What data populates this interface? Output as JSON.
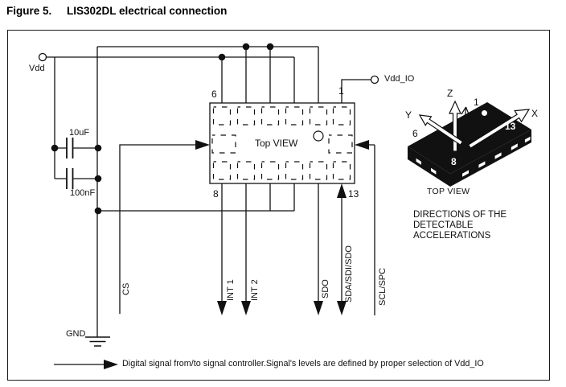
{
  "figure": {
    "label": "Figure 5.",
    "title": "LIS302DL electrical connection"
  },
  "schematic": {
    "terminals": {
      "vdd": "Vdd",
      "vdd_io": "Vdd_IO",
      "gnd": "GND"
    },
    "capacitors": {
      "c1": "10uF",
      "c2": "100nF"
    },
    "chip": {
      "label": "Top VIEW",
      "pin_top_left": "6",
      "pin_top_right": "1",
      "pin_bottom_left": "8",
      "pin_bottom_right": "13"
    },
    "signals": [
      "CS",
      "INT 1",
      "INT 2",
      "SDO",
      "SDA/SDI/SDO",
      "SCL/SPC"
    ]
  },
  "package_view": {
    "axis_x": "X",
    "axis_y": "Y",
    "axis_z": "Z",
    "pin_1": "1",
    "pin_6": "6",
    "pin_8": "8",
    "pin_13": "13",
    "caption": "TOP VIEW",
    "description_line1": "DIRECTIONS OF THE",
    "description_line2": "DETECTABLE",
    "description_line3": "ACCELERATIONS"
  },
  "legend": {
    "text": "Digital signal from/to signal controller.Signal's levels are defined by proper selection of Vdd_IO"
  },
  "colors": {
    "ink": "#111111",
    "background": "#ffffff"
  }
}
